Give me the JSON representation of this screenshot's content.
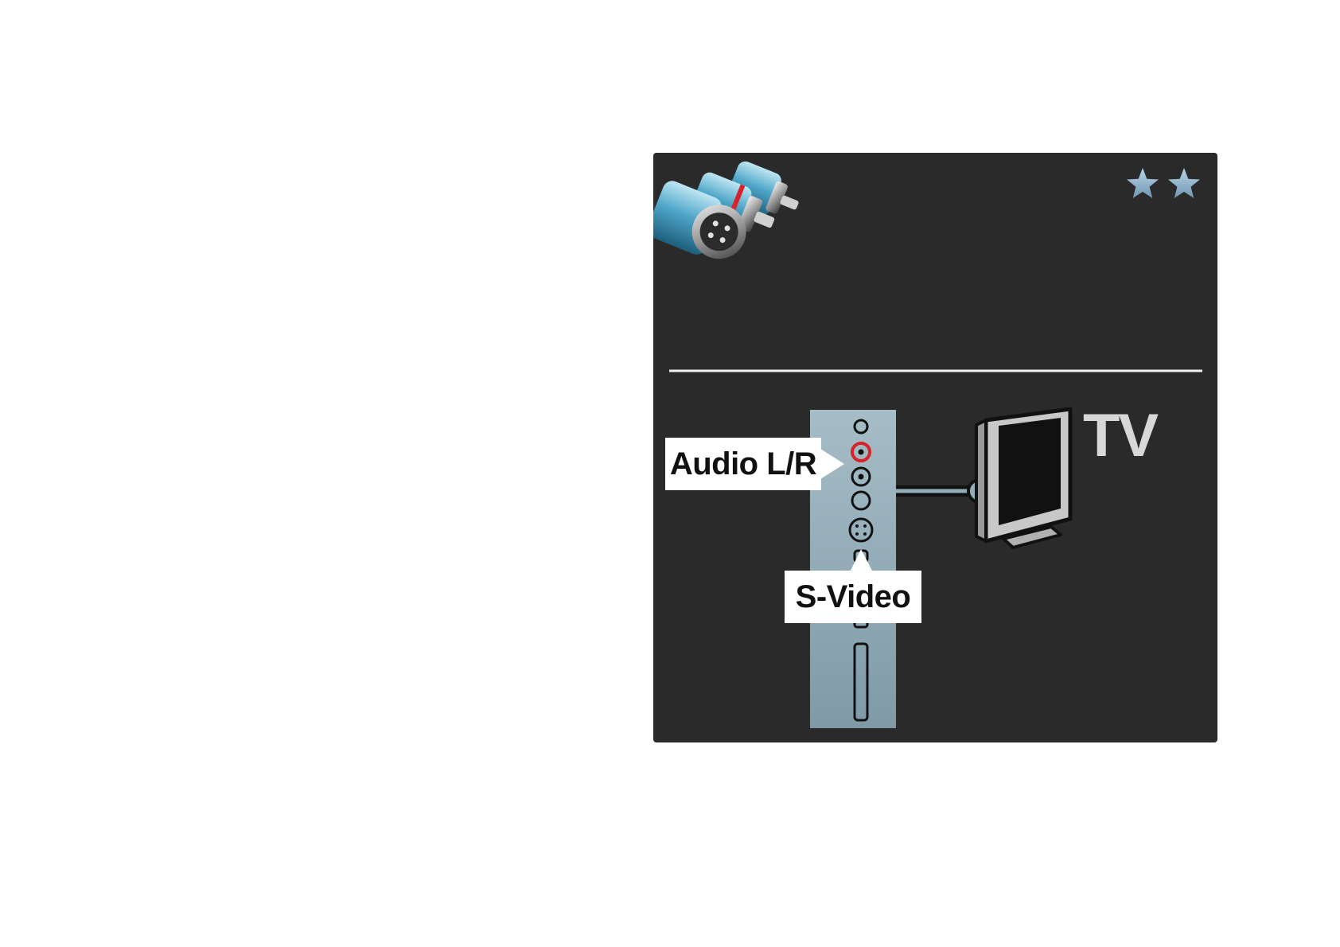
{
  "labels": {
    "audio": "Audio L/R",
    "svideo": "S-Video",
    "tv": "TV"
  },
  "rating": {
    "stars": 2
  },
  "icons": {
    "connector": "s-video-rca-connector-icon",
    "star": "star-icon",
    "tv": "tv-icon"
  },
  "colors": {
    "panel_background": "#2a2a2a",
    "side_panel": "#94aeb9",
    "audio_right_jack": "#d8232a",
    "callout_background": "#ffffff",
    "connector_cable": "#4fa6c8",
    "star": "#8fb3cd"
  }
}
